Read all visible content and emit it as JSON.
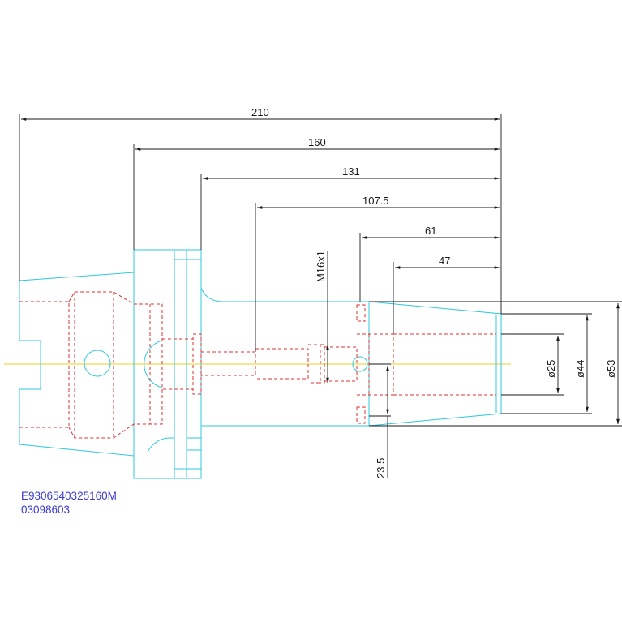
{
  "dimensions": {
    "d210": "210",
    "d160": "160",
    "d131": "131",
    "d107_5": "107.5",
    "d61": "61",
    "d47": "47",
    "thread": "M16x1",
    "dia25": "ø25",
    "dia44": "ø44",
    "dia53": "ø53",
    "d23_5": "23.5"
  },
  "title_block": {
    "part_number": "E9306540325160M",
    "code": "03098603"
  },
  "colors": {
    "outline": "#2ec8dc",
    "hidden": "#e03030",
    "centerline": "#e8d020",
    "dimension": "#1a1a1a",
    "title": "#3a3ad0"
  }
}
